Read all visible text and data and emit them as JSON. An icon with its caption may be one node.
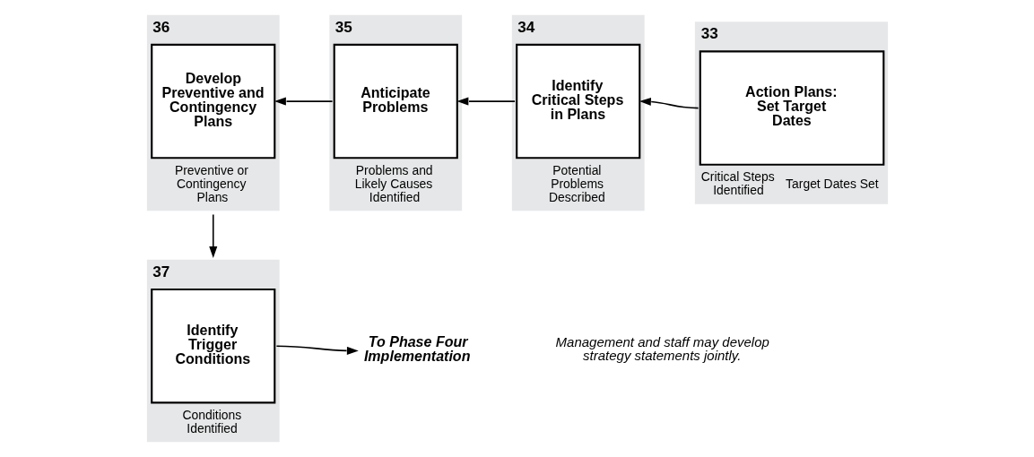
{
  "diagram": {
    "nodes": [
      {
        "text": [
          "36",
          "Develop Preventive and Contingency Plans",
          "Preventive or Contingency Plans"
        ]
      },
      {
        "text": [
          "35",
          "Anticipate Problems",
          "Problems and Likely Causes Identified"
        ]
      },
      {
        "text": [
          "34",
          "Identify Critical Steps in Plans",
          "Potential Problems Described"
        ]
      },
      {
        "text": [
          "33",
          "Action Plans: Set Target Dates",
          "Critical Steps Identified",
          "Target Dates Set"
        ]
      },
      {
        "text": [
          "37",
          "Identify Trigger Conditions",
          "Conditions Identified"
        ]
      },
      {
        "text": [
          "To Phase Four Implementation"
        ]
      }
    ],
    "edges": [
      {
        "from": 3,
        "to": 2,
        "arrow": "to"
      },
      {
        "from": 2,
        "to": 1,
        "arrow": "to"
      },
      {
        "from": 1,
        "to": 0,
        "arrow": "to"
      },
      {
        "from": 0,
        "to": 4,
        "arrow": "to"
      },
      {
        "from": 4,
        "to": 5,
        "arrow": "to"
      }
    ],
    "labels": [
      "Management and staff may develop strategy statements jointly."
    ]
  }
}
